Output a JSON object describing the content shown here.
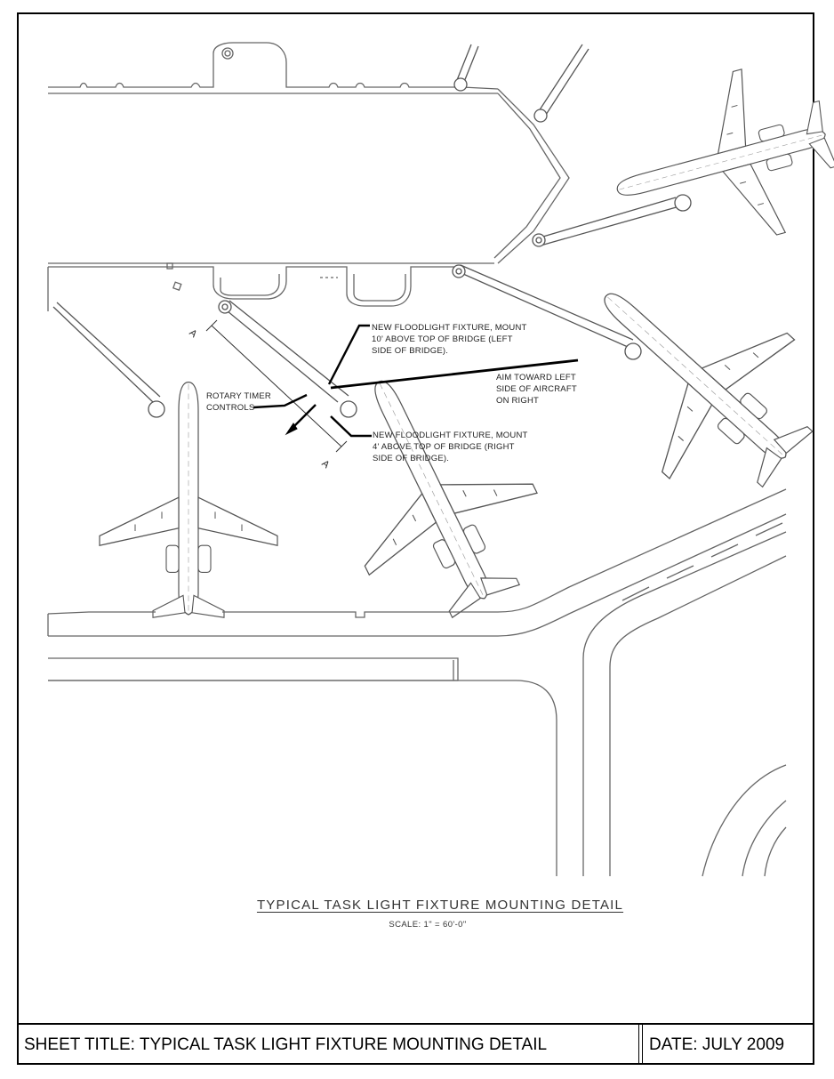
{
  "notes": {
    "new_fixture_left": "NEW FLOODLIGHT FIXTURE, MOUNT\n10' ABOVE TOP OF BRIDGE (LEFT\nSIDE OF BRIDGE).",
    "aim_toward": "AIM TOWARD LEFT\nSIDE OF AIRCRAFT\nON RIGHT",
    "rotary_timer": "ROTARY TIMER\nCONTROLS",
    "new_fixture_right": "NEW FLOODLIGHT FIXTURE, MOUNT\n4' ABOVE TOP OF BRIDGE (RIGHT\nSIDE OF BRIDGE).",
    "section_mark_top": "A",
    "section_mark_bottom": "A"
  },
  "detail": {
    "title": "TYPICAL TASK LIGHT FIXTURE MOUNTING DETAIL",
    "scale": "SCALE: 1\" = 60'-0\""
  },
  "title_block": {
    "sheet_title": "SHEET TITLE:  TYPICAL TASK LIGHT FIXTURE MOUNTING DETAIL",
    "date": "DATE: JULY 2009"
  }
}
